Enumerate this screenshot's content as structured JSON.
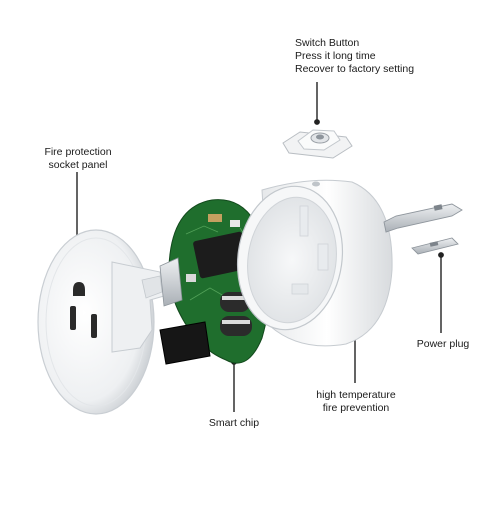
{
  "callouts": {
    "switch_button": {
      "lines": [
        "Switch Button",
        "Press it long time",
        "Recover to factory setting"
      ]
    },
    "fire_panel": {
      "lines": [
        "Fire protection",
        "socket panel"
      ]
    },
    "power_plug": {
      "lines": [
        "Power plug"
      ]
    },
    "smart_chip": {
      "lines": [
        "Smart chip"
      ]
    },
    "high_temp": {
      "lines": [
        "high temperature",
        "fire prevention"
      ]
    }
  },
  "colors": {
    "shell": "#f4f5f6",
    "shell_shadow": "#d9dcdf",
    "pcb": "#1e6b2c",
    "chip": "#1c1c1c",
    "metal": "#c8ccd0",
    "line": "#222222"
  }
}
